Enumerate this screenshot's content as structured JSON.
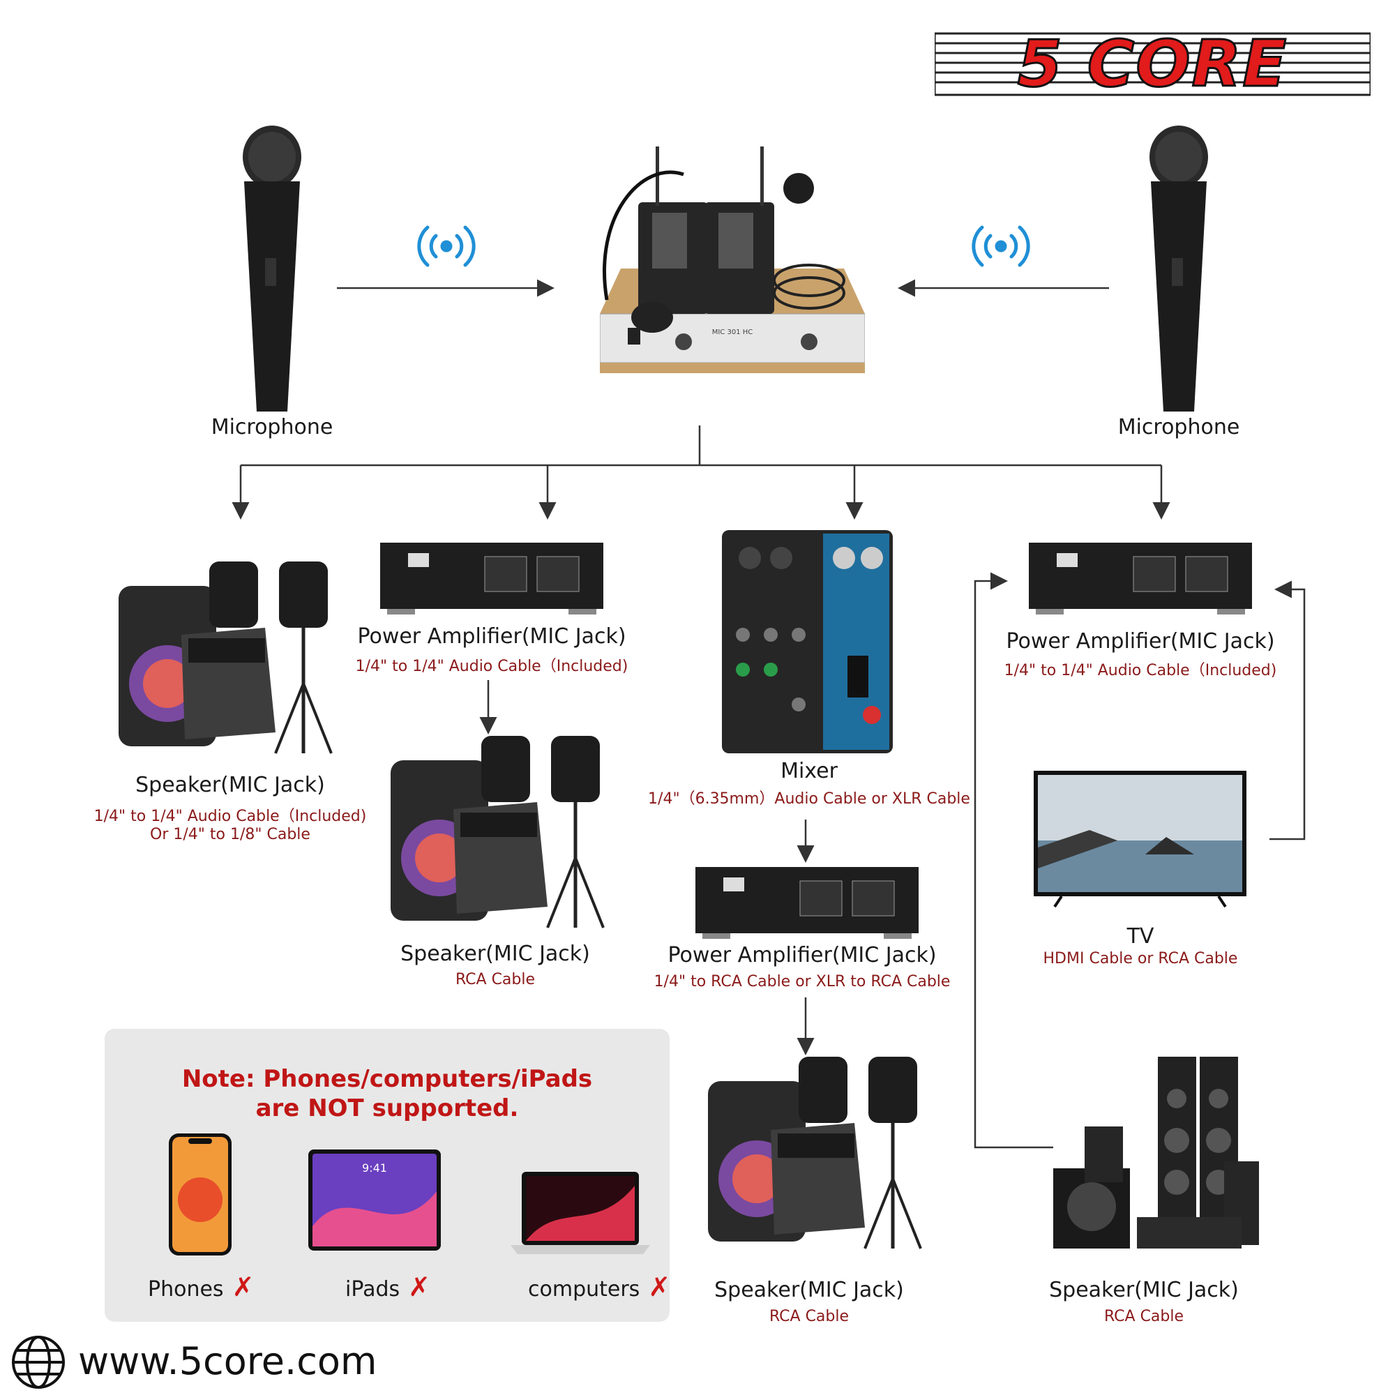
{
  "brand": {
    "logo_text": "5 CORE"
  },
  "receiver": {
    "model_text": "MIC 301 HC"
  },
  "devices": {
    "mic_left": "Microphone",
    "mic_right": "Microphone",
    "speaker1": {
      "title": "Speaker(MIC Jack)",
      "cable_line1": "1/4\" to 1/4\" Audio Cable（Included)",
      "cable_line2": "Or 1/4\"  to 1/8\" Cable"
    },
    "amp1": {
      "title": "Power Amplifier(MIC Jack)",
      "cable": "1/4\" to 1/4\" Audio Cable（Included)"
    },
    "speaker2": {
      "title": "Speaker(MIC Jack)",
      "cable": "RCA Cable"
    },
    "mixer": {
      "title": "Mixer",
      "cable": "1/4\"（6.35mm）Audio Cable or XLR Cable"
    },
    "amp2": {
      "title": "Power Amplifier(MIC Jack)",
      "cable": "1/4\" to RCA Cable  or XLR to RCA Cable"
    },
    "speaker3": {
      "title": "Speaker(MIC Jack)",
      "cable": "RCA Cable"
    },
    "amp3": {
      "title": "Power Amplifier(MIC Jack)",
      "cable": "1/4\" to 1/4\" Audio Cable（Included)"
    },
    "tv": {
      "title": "TV",
      "cable": "HDMI Cable or RCA Cable"
    },
    "speaker4": {
      "title": "Speaker(MIC Jack)",
      "cable": "RCA Cable"
    }
  },
  "note": {
    "line1": "Note: Phones/computers/iPads",
    "line2": "are NOT supported.",
    "items": [
      "Phones",
      "iPads",
      "computers"
    ],
    "x_mark": "✗",
    "ipad_time": "9:41"
  },
  "footer": {
    "website": "www.5core.com"
  },
  "icons": [
    "wireless-signal-icon",
    "globe-icon"
  ],
  "colors": {
    "accent": "#c01616",
    "wireless": "#1f8fd6",
    "cable_text": "#8b1a1a",
    "line": "#333333"
  }
}
